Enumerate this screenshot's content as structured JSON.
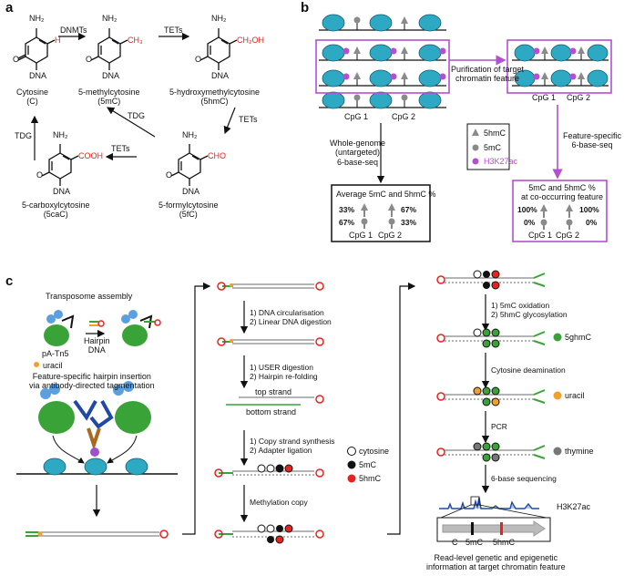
{
  "panels": {
    "a": "a",
    "b": "b",
    "c": "c"
  },
  "colors": {
    "red": "#e8231e",
    "purple": "#b44fd1",
    "nucleosome": "#2ea9c4",
    "green": "#3aa338",
    "orange": "#f2a02a",
    "grey": "#8a8a8a",
    "blue": "#2048a8"
  },
  "panel_a": {
    "atoms": {
      "nh2": "NH₂",
      "n": "N",
      "o": "O",
      "dna": "DNA",
      "h": "H",
      "ch3": "CH₃",
      "ch2oh": "CH₂OH",
      "cooh": "COOH",
      "cho": "CHO"
    },
    "cytosine": {
      "name": "Cytosine",
      "abbr": "(C)"
    },
    "mc": {
      "name": "5-methylcytosine",
      "abbr": "(5mC)"
    },
    "hmc": {
      "name": "5-hydroxymethylcytosine",
      "abbr": "(5hmC)"
    },
    "cac": {
      "name": "5-carboxylcytosine",
      "abbr": "(5caC)"
    },
    "fc": {
      "name": "5-formylcytosine",
      "abbr": "(5fC)"
    },
    "enzymes": {
      "dnmts": "DNMTs",
      "tets1": "TETs",
      "tets2": "TETs",
      "tets3": "TETs",
      "tdg1": "TDG",
      "tdg2": "TDG"
    }
  },
  "panel_b": {
    "purification": [
      "Purification of target",
      "chromatin feature"
    ],
    "cpg1": "CpG 1",
    "cpg2": "CpG 2",
    "cpg1b": "CpG 1",
    "cpg2b": "CpG 2",
    "legend": {
      "hmc": "5hmC",
      "mc": "5mC",
      "h3": "H3K27ac"
    },
    "wg_label": [
      "Whole-genome",
      "(untargeted)",
      "6-base-seq"
    ],
    "fs_label": [
      "Feature-specific",
      "6-base-seq"
    ],
    "avg_box": {
      "title": "Average 5mC and 5hmC %",
      "v1": "33%",
      "v2": "67%",
      "v3": "67%",
      "v4": "33%",
      "cpg1": "CpG 1",
      "cpg2": "CpG 2"
    },
    "feat_box": {
      "title": [
        "5mC and 5hmC %",
        "at co-occurring feature"
      ],
      "v1": "100%",
      "v2": "100%",
      "v3": "0%",
      "v4": "0%",
      "cpg1": "CpG 1",
      "cpg2": "CpG 2"
    }
  },
  "panel_c": {
    "transposome": "Transposome assembly",
    "hairpin": [
      "Hairpin",
      "DNA"
    ],
    "patn5": "pA-Tn5",
    "uracil": "uracil",
    "insertion": [
      "Feature-specific hairpin insertion",
      "via antibody-directed tagmentation"
    ],
    "step1": [
      "1) DNA circularisation",
      "2) Linear DNA digestion"
    ],
    "step2": [
      "1) USER digestion",
      "2) Hairpin re-folding"
    ],
    "top_strand": "top strand",
    "bottom_strand": "bottom strand",
    "step3": [
      "1) Copy strand synthesis",
      "2) Adapter ligation"
    ],
    "legend": {
      "cytosine": "cytosine",
      "mc": "5mC",
      "hmc": "5hmC"
    },
    "methylation_copy": "Methylation copy",
    "step4": [
      "1) 5mC oxidation",
      "2) 5hmC glycosylation"
    ],
    "ghmc": "5ghmC",
    "deamination": "Cytosine deamination",
    "uracil2": "uracil",
    "pcr": "PCR",
    "thymine": "thymine",
    "seq": "6-base sequencing",
    "track": "H3K27ac",
    "read": {
      "c": "C",
      "mc": "5mC",
      "hmc": "5hmC"
    },
    "final": [
      "Read-level genetic and epigenetic",
      "information at target chromatin feature"
    ]
  }
}
